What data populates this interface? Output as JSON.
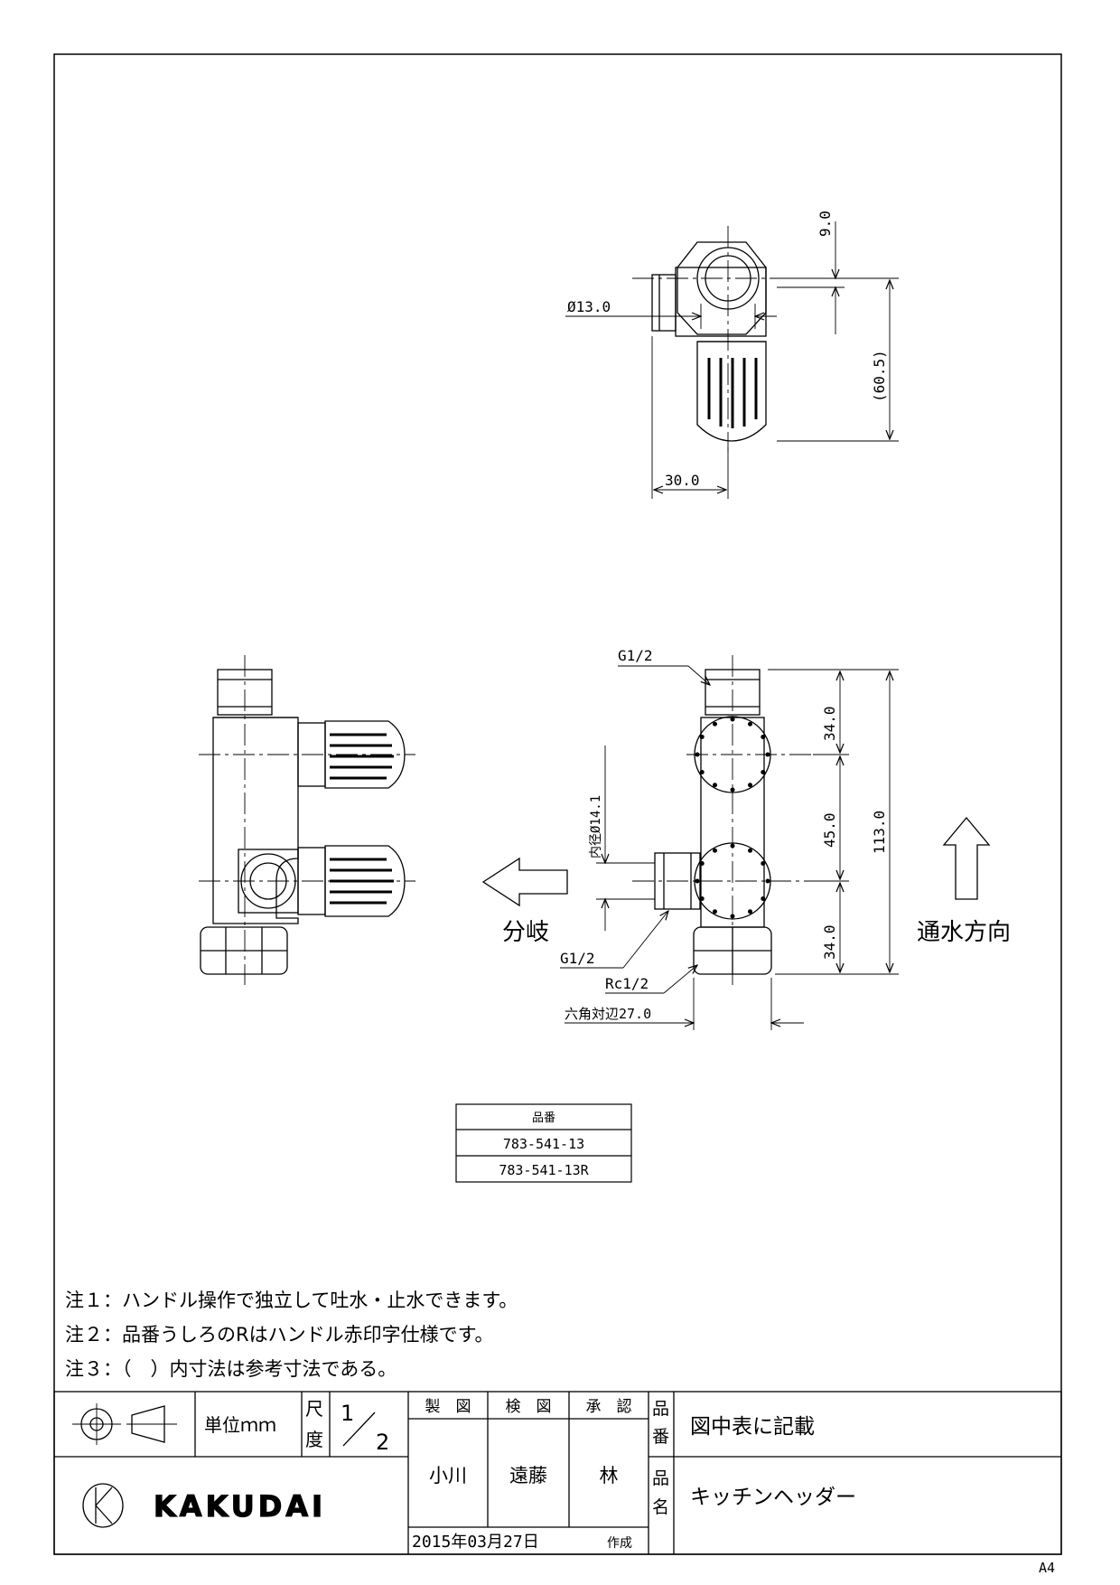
{
  "views": {
    "top": {
      "dim_9": "9.0",
      "dim_dia13": "Ø13.0",
      "dim_60_5": "(60.5)",
      "dim_30": "30.0"
    },
    "front": {
      "g12_top": "G1/2",
      "dim_34_top": "34.0",
      "dim_45": "45.0",
      "dim_34_bottom": "34.0",
      "dim_113": "113.0",
      "inner_dia": "内径Ø14.1",
      "g12_side": "G1/2",
      "rc12": "Rc1/2",
      "hex": "六角対辺27.0",
      "branch_label": "分岐",
      "flow_label": "通水方向"
    }
  },
  "part_table": {
    "header": "品番",
    "rows": [
      "783-541-13",
      "783-541-13R"
    ]
  },
  "notes": [
    "注１：ハンドル操作で独立して吐水・止水できます。",
    "注２：品番うしろのRはハンドル赤印字仕様です。",
    "注３：（　）内寸法は参考寸法である。"
  ],
  "title_block": {
    "unit": "単位ｍｍ",
    "scale_label_1": "尺",
    "scale_label_2": "度",
    "scale_num": "1",
    "scale_den": "2",
    "drawn_label": "製　図",
    "checked_label": "検　図",
    "approved_label": "承　認",
    "drawn_by": "小川",
    "checked_by": "遠藤",
    "approved_by": "林",
    "partno_label_1": "品",
    "partno_label_2": "番",
    "partno_value": "図中表に記載",
    "name_label_1": "品",
    "name_label_2": "名",
    "name_value": "キッチンヘッダー",
    "date": "2015年03月27日",
    "date_suffix": "作成",
    "company": "KAKUDAI"
  },
  "paper_size": "A4"
}
